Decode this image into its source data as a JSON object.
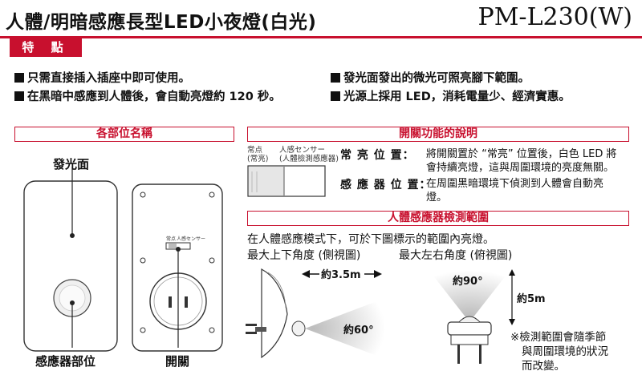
{
  "header": {
    "title": "人體/明暗感應長型LED小夜燈(白光)",
    "model": "PM-L230(W)",
    "tag": "特 點"
  },
  "features": [
    "只需直接插入插座中即可使用。",
    "在黑暗中感應到人體後，會自動亮燈約 120 秒。",
    "發光面發出的微光可照亮腳下範圍。",
    "光源上採用 LED，消耗電量少、經濟實惠。"
  ],
  "parts": {
    "header": "各部位名稱",
    "light_surface": "發光面",
    "sensor": "感應器部位",
    "switch": "開關",
    "plate_label_1": "常点",
    "plate_label_2": "人感センサー"
  },
  "switch_section": {
    "header": "開關功能的說明",
    "label_jp_1": "常点",
    "label_jp_1_sub": "(常亮)",
    "label_jp_2": "人感センサー",
    "label_jp_2_sub": "(人體檢測感應器)",
    "items": [
      {
        "label": "常 亮 位 置：",
        "line1": "將開關置於 “常亮” 位置後，白色 LED 將",
        "line2": "會持續亮燈，這與周圍環境的亮度無關。"
      },
      {
        "label": "感 應 器 位 置：",
        "line1": "在周圍黑暗環境下偵測到人體會自動亮",
        "line2": "燈。"
      }
    ]
  },
  "detection": {
    "header": "人體感應器檢測範圍",
    "intro": "在人體感應模式下，可於下圖標示的範圍內亮燈。",
    "side_title": "最大上下角度 (側視圖)",
    "top_title": "最大左右角度 (俯視圖)",
    "side_distance": "約3.5m",
    "side_angle": "約60°",
    "top_angle": "約90°",
    "top_distance": "約5m",
    "note_line1": "※檢測範圍會隨季節",
    "note_line2": "與周圍環境的狀況",
    "note_line3": "而改變。"
  },
  "colors": {
    "accent": "#c8102e",
    "text": "#111111"
  }
}
